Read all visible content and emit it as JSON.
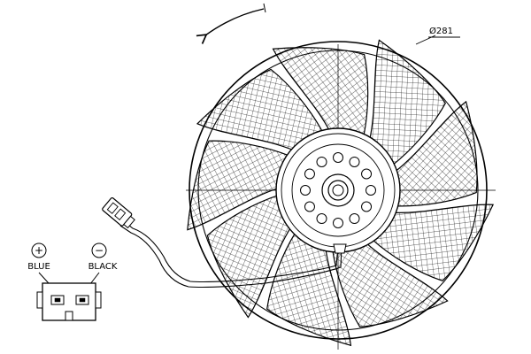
{
  "diagram": {
    "diameter_label": "Ø281",
    "positive_symbol": "+",
    "negative_symbol": "−",
    "positive_wire_label": "BLUE",
    "negative_wire_label": "BLACK"
  },
  "colors": {
    "line": "#000000",
    "background": "#ffffff"
  }
}
